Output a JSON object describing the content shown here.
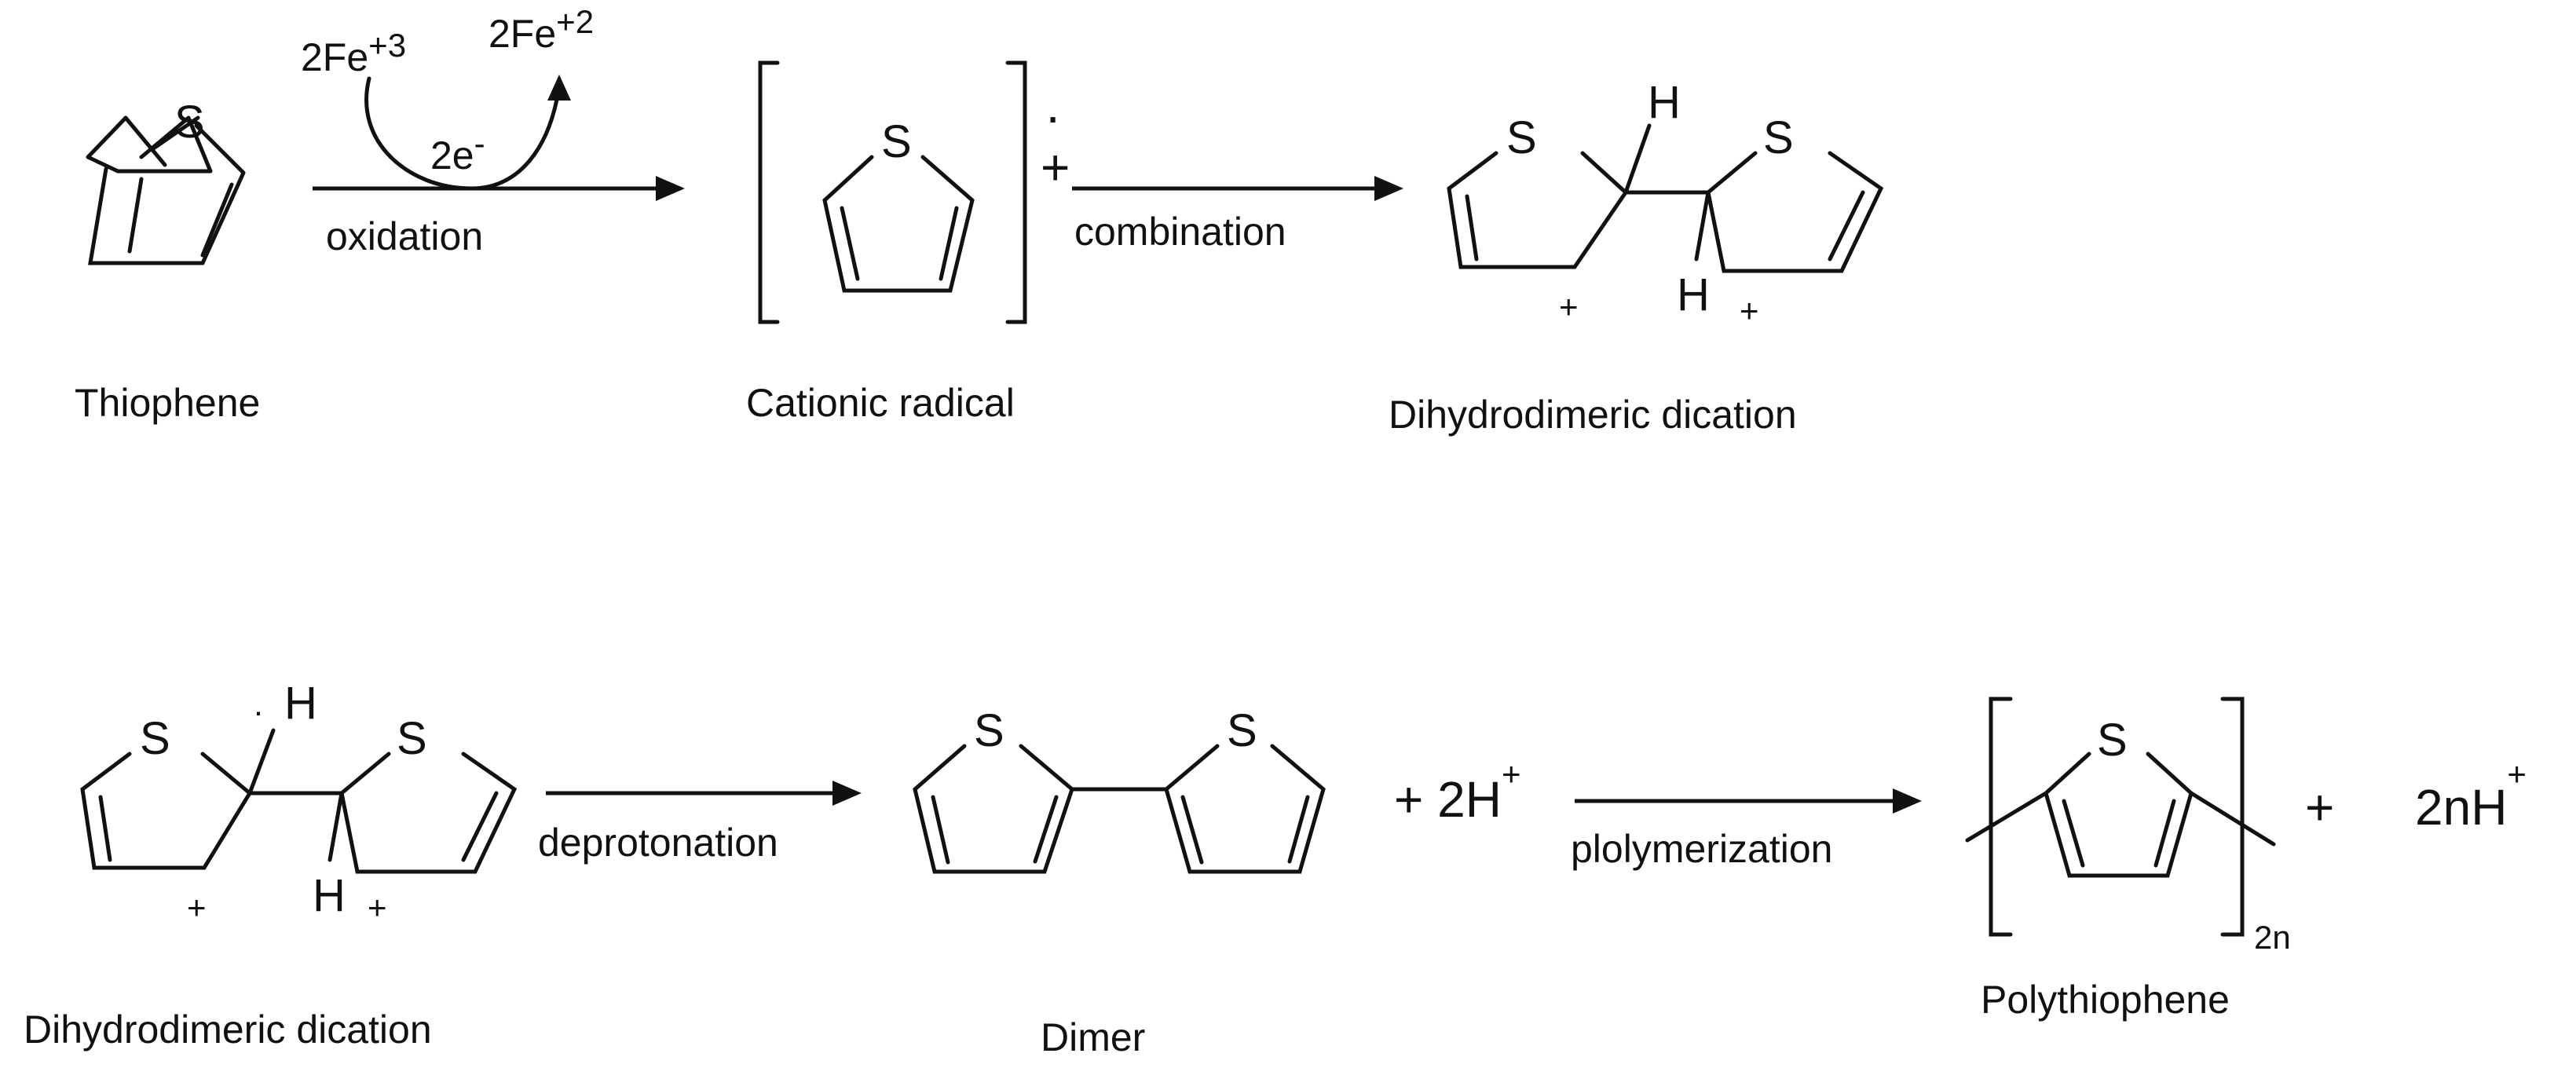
{
  "molecules": {
    "thiophene": "Thiophene",
    "cationic_radical": "Cationic radical",
    "dihydrodimeric_dication": "Dihydrodimeric dication",
    "dimer": "Dimer",
    "polythiophene": "Polythiophene"
  },
  "arrows": {
    "oxidation": "oxidation",
    "combination": "combination",
    "deprotonation": "deprotonation",
    "polymerization": "plolymerization"
  },
  "reagents": {
    "fe3_coef": "2Fe",
    "fe3_sup": "+3",
    "fe2_coef": "2Fe",
    "fe2_sup": "+2",
    "electrons": "2e",
    "electrons_sup": "-"
  },
  "atoms": {
    "sulfur": "S",
    "hydrogen": "H"
  },
  "charges": {
    "plus": "+",
    "radical_dot": "·"
  },
  "products": {
    "protons": "+ 2H",
    "protons_sup": "+",
    "plus_sign": "+",
    "n_protons": "2nH",
    "n_protons_sup": "+",
    "subscript": "2n"
  },
  "colors": {
    "ink": "#111111",
    "background": "#ffffff"
  }
}
